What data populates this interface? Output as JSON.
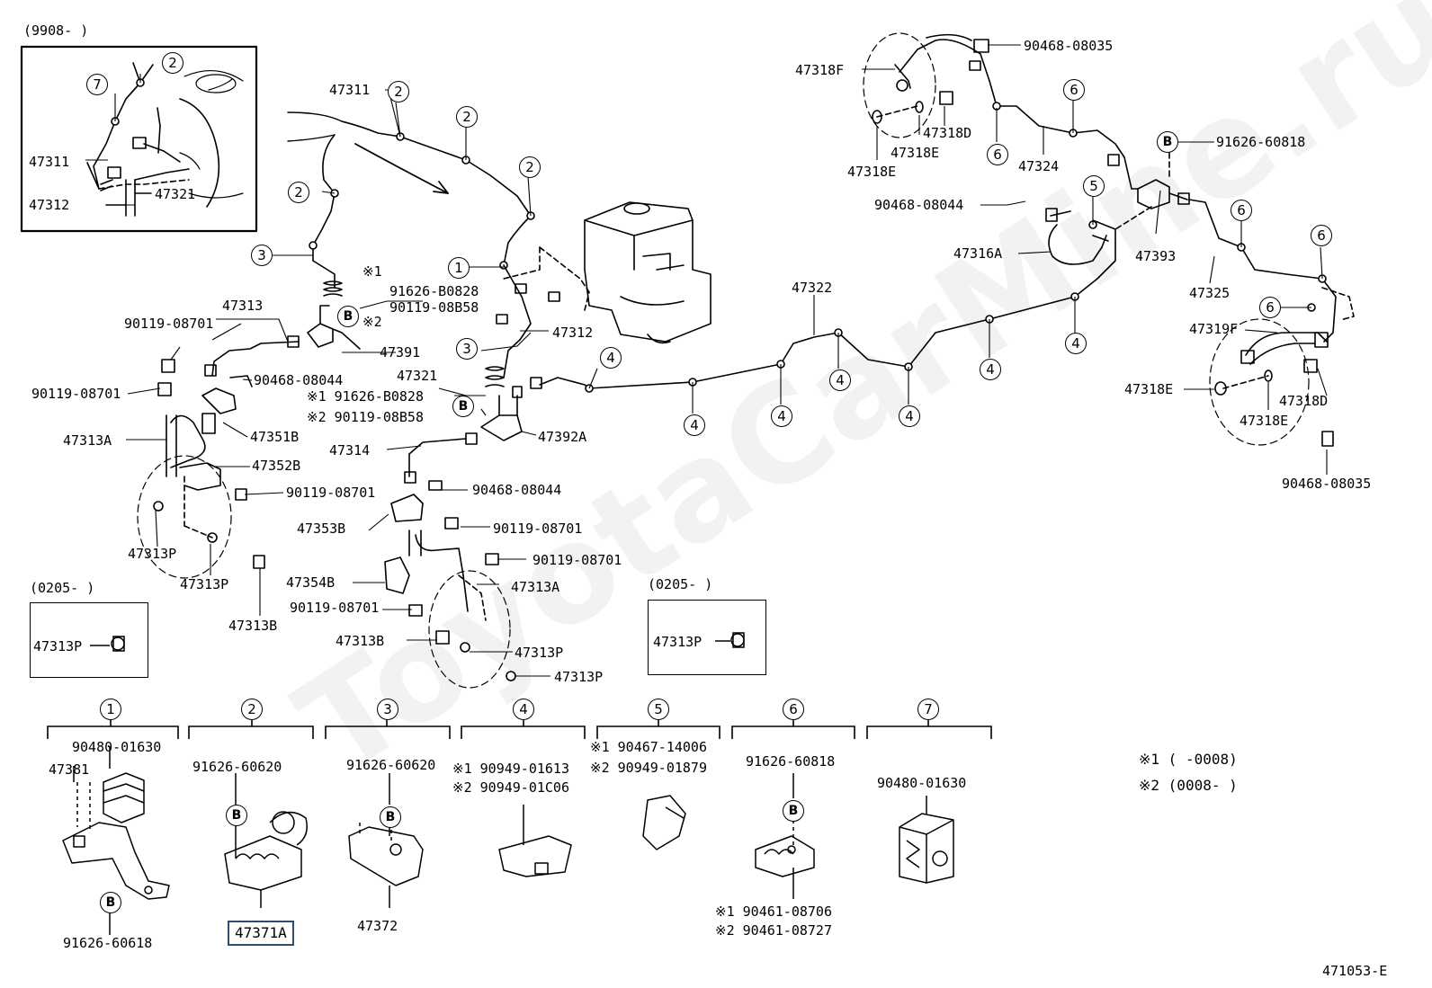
{
  "figure_id": "471053-E",
  "watermark": "ToyotaCarMine.ru",
  "date_ranges": {
    "top_left": "(9908-      )",
    "left_box": "(0205-      )",
    "mid_box": "(0205-      )"
  },
  "legend_notes": {
    "note1": "※1 (      -0008)",
    "note2": "※2 (0008-      )"
  },
  "callout_symbols": {
    "c1": "1",
    "c2": "2",
    "c3": "3",
    "c4": "4",
    "c5": "5",
    "c6": "6",
    "c7": "7",
    "b": "B"
  },
  "main_labels": {
    "p47311_top": "47311",
    "p47311_inset": "47311",
    "p47312_inset": "47312",
    "p47321_inset": "47321",
    "p47313": "47313",
    "p90119_08701_a": "90119-08701",
    "p90119_08701_b": "90119-08701",
    "p47313A_left": "47313A",
    "p47352B": "47352B",
    "p47351B": "47351B",
    "p90468_08044_a": "90468-08044",
    "p90119_08701_c": "90119-08701",
    "p47313P_a": "47313P",
    "p47313P_b": "47313P",
    "p47313B_a": "47313B",
    "p91626_B0828_a": "91626-B0828",
    "p90119_08B58_a": "90119-08B58",
    "note_x1": "※1",
    "note_x2": "※2",
    "p47391": "47391",
    "p47312_main": "47312",
    "p47321_main": "47321",
    "p91626_B0828_b": "※1 91626-B0828",
    "p90119_08B58_b": "※2 90119-08B58",
    "p47392A": "47392A",
    "p47314": "47314",
    "p90468_08044_b": "90468-08044",
    "p47353B": "47353B",
    "p90119_08701_d": "90119-08701",
    "p90119_08701_e": "90119-08701",
    "p47354B": "47354B",
    "p47313A_mid": "47313A",
    "p90119_08701_f": "90119-08701",
    "p47313B_b": "47313B",
    "p47313P_c": "47313P",
    "p47313P_d": "47313P",
    "p47322": "47322",
    "p47318F_top": "47318F",
    "p90468_08035_top": "90468-08035",
    "p47318D_top": "47318D",
    "p47318E_top1": "47318E",
    "p47318E_top2": "47318E",
    "p47324": "47324",
    "p91626_60818_top": "91626-60818",
    "p90468_08044_r": "90468-08044",
    "p47316A": "47316A",
    "p47393": "47393",
    "p47325": "47325",
    "p47319F": "47319F",
    "p47318E_r1": "47318E",
    "p47318D_r": "47318D",
    "p47318E_r2": "47318E",
    "p90468_08035_r": "90468-08035",
    "box_left_part": "47313P",
    "box_mid_part": "47313P"
  },
  "clamp_sets": [
    {
      "id": "1",
      "labels": [
        "47381",
        "90480-01630",
        "91626-60618"
      ]
    },
    {
      "id": "2",
      "labels": [
        "91626-60620",
        "47371A"
      ]
    },
    {
      "id": "3",
      "labels": [
        "91626-60620",
        "47372"
      ]
    },
    {
      "id": "4",
      "labels": [
        "※1 90949-01613",
        "※2 90949-01C06"
      ]
    },
    {
      "id": "5",
      "labels": [
        "※1 90467-14006",
        "※2 90949-01879"
      ]
    },
    {
      "id": "6",
      "labels": [
        "91626-60818",
        "※1 90461-08706",
        "※2 90461-08727"
      ]
    },
    {
      "id": "7",
      "labels": [
        "90480-01630"
      ]
    }
  ],
  "highlighted_part": "47371A"
}
